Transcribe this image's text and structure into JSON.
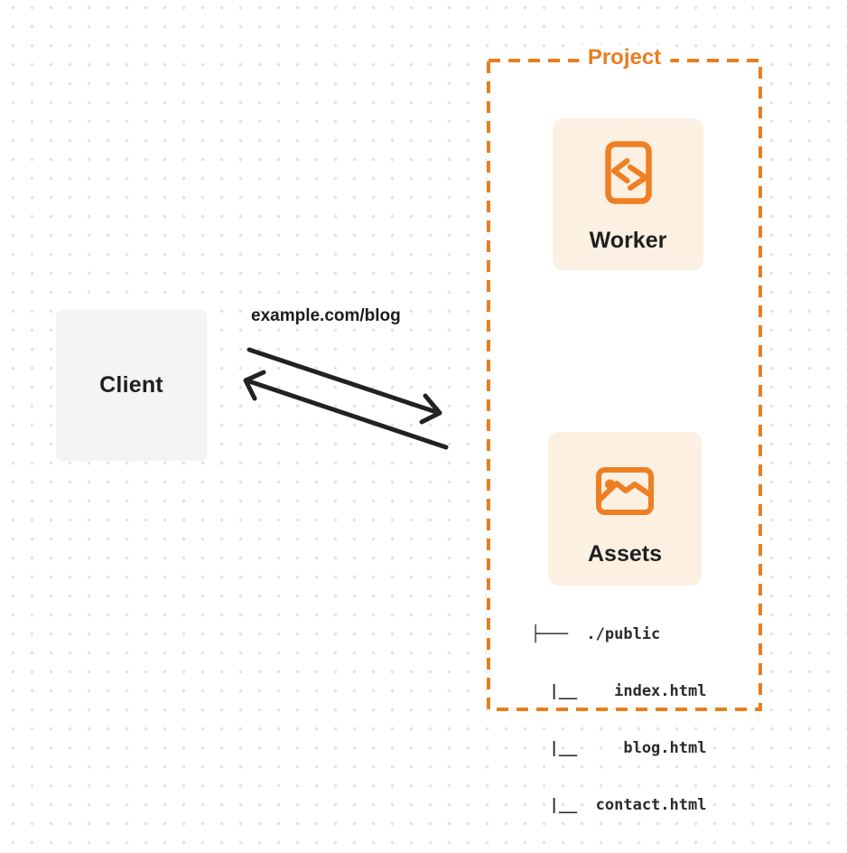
{
  "colors": {
    "accent_orange": "#ea7d1e",
    "card_cream": "#fbf0e2",
    "client_gray": "#f4f4f6",
    "arrow_dark": "#222222",
    "text_dark": "#1f1f1f",
    "dot_grid": "#e3e3e6"
  },
  "client": {
    "label": "Client"
  },
  "request": {
    "url_label": "example.com/blog"
  },
  "project": {
    "title": "Project",
    "nodes": [
      {
        "label": "Worker",
        "icon": "code-file-icon"
      },
      {
        "label": "Assets",
        "icon": "image-icon"
      }
    ],
    "file_tree": {
      "lines": [
        "├───  ./public",
        "  |__    index.html",
        "  |__     blog.html",
        "  |__  contact.html"
      ]
    }
  }
}
